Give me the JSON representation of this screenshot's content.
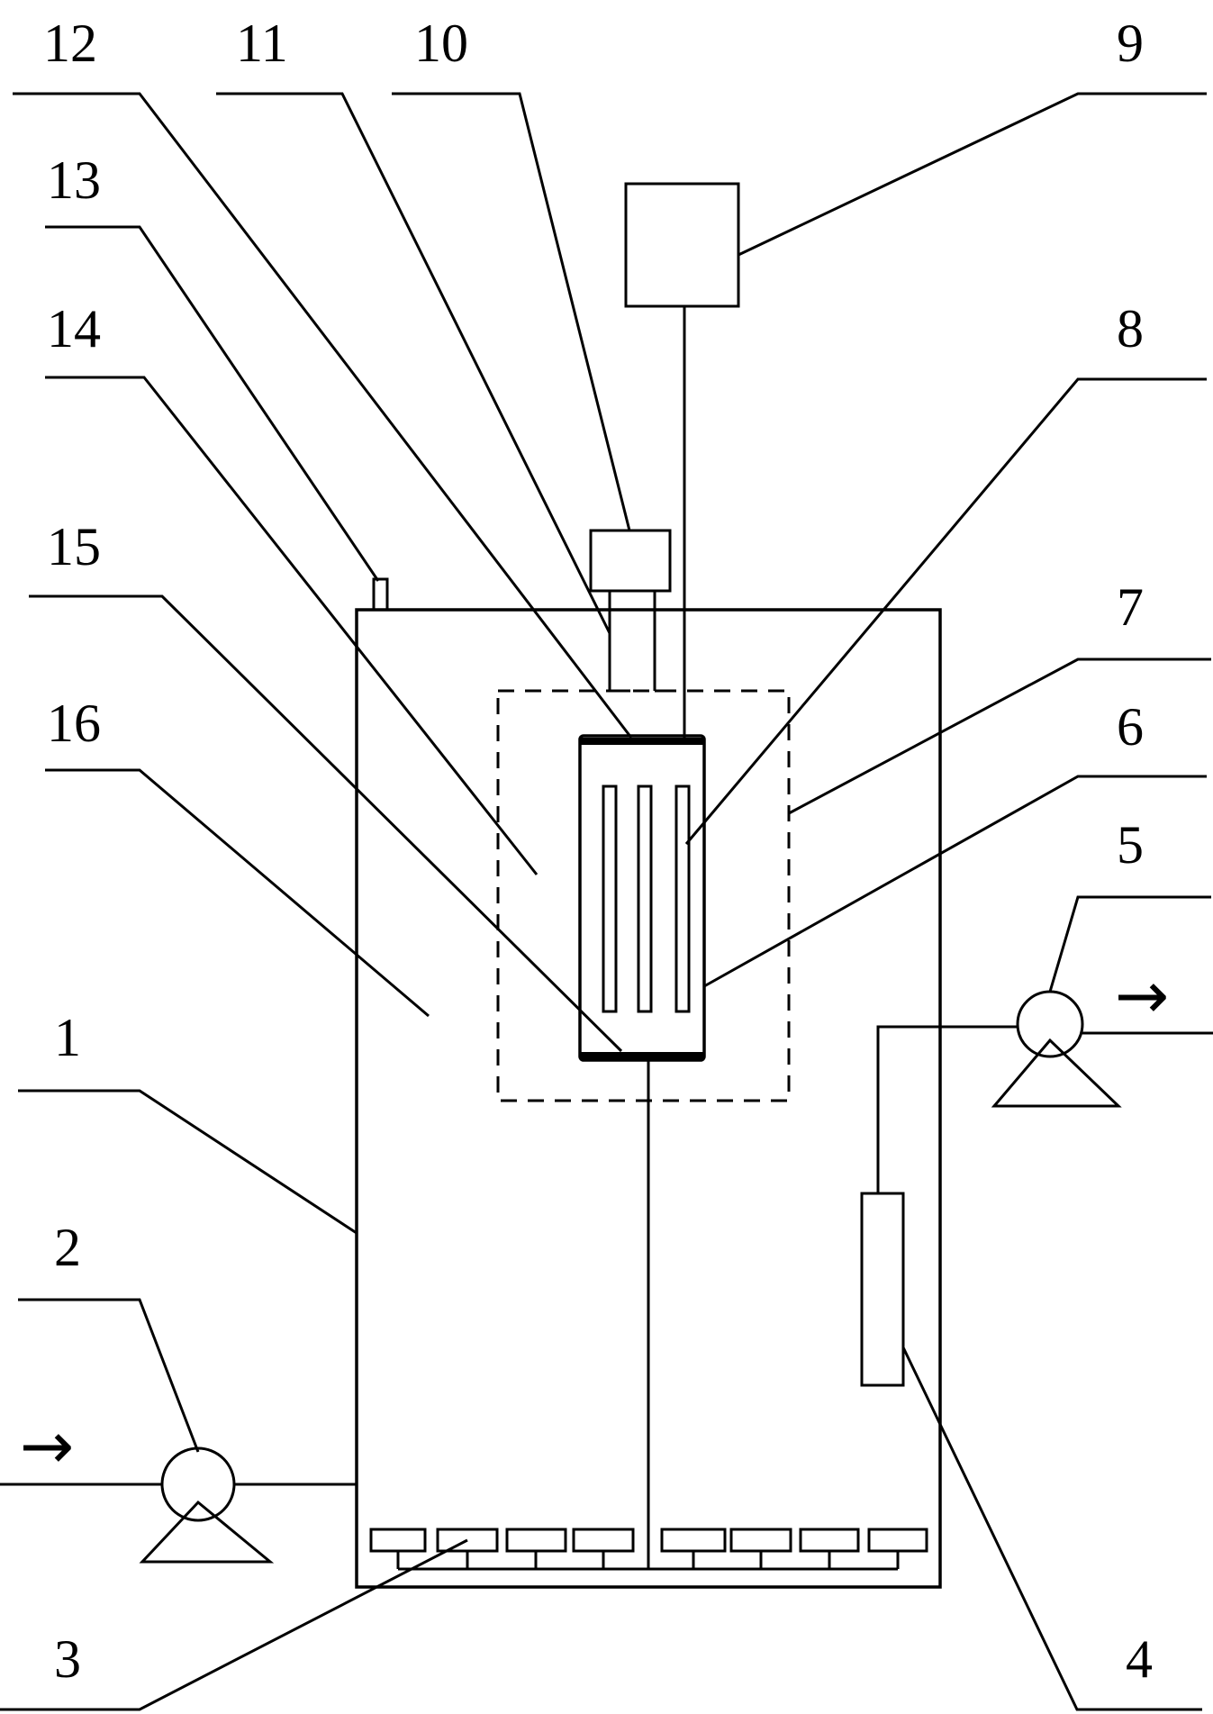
{
  "labels": {
    "l1": "1",
    "l2": "2",
    "l3": "3",
    "l4": "4",
    "l5": "5",
    "l6": "6",
    "l7": "7",
    "l8": "8",
    "l9": "9",
    "l10": "10",
    "l11": "11",
    "l12": "12",
    "l13": "13",
    "l14": "14",
    "l15": "15",
    "l16": "16"
  },
  "arrows": {
    "inlet": "→",
    "outlet": "→"
  }
}
